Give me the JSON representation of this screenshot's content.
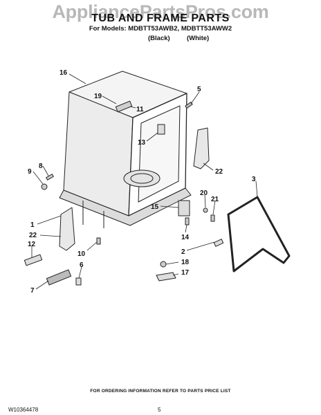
{
  "header": {
    "watermark": "AppliancePartsPros.com",
    "title": "TUB AND FRAME PARTS",
    "models_line": "For Models: MDBTT53AWB2, MDBTT53AWW2",
    "variant_black": "(Black)",
    "variant_white": "(White)"
  },
  "callouts": [
    "16",
    "5",
    "19",
    "11",
    "13",
    "22",
    "9",
    "8",
    "3",
    "20",
    "21",
    "15",
    "1",
    "22",
    "12",
    "14",
    "10",
    "2",
    "6",
    "18",
    "17",
    "7"
  ],
  "footer": {
    "ordering_note": "FOR ORDERING INFORMATION REFER TO PARTS PRICE LIST",
    "doc_number": "W10364478",
    "page_number": "5"
  }
}
